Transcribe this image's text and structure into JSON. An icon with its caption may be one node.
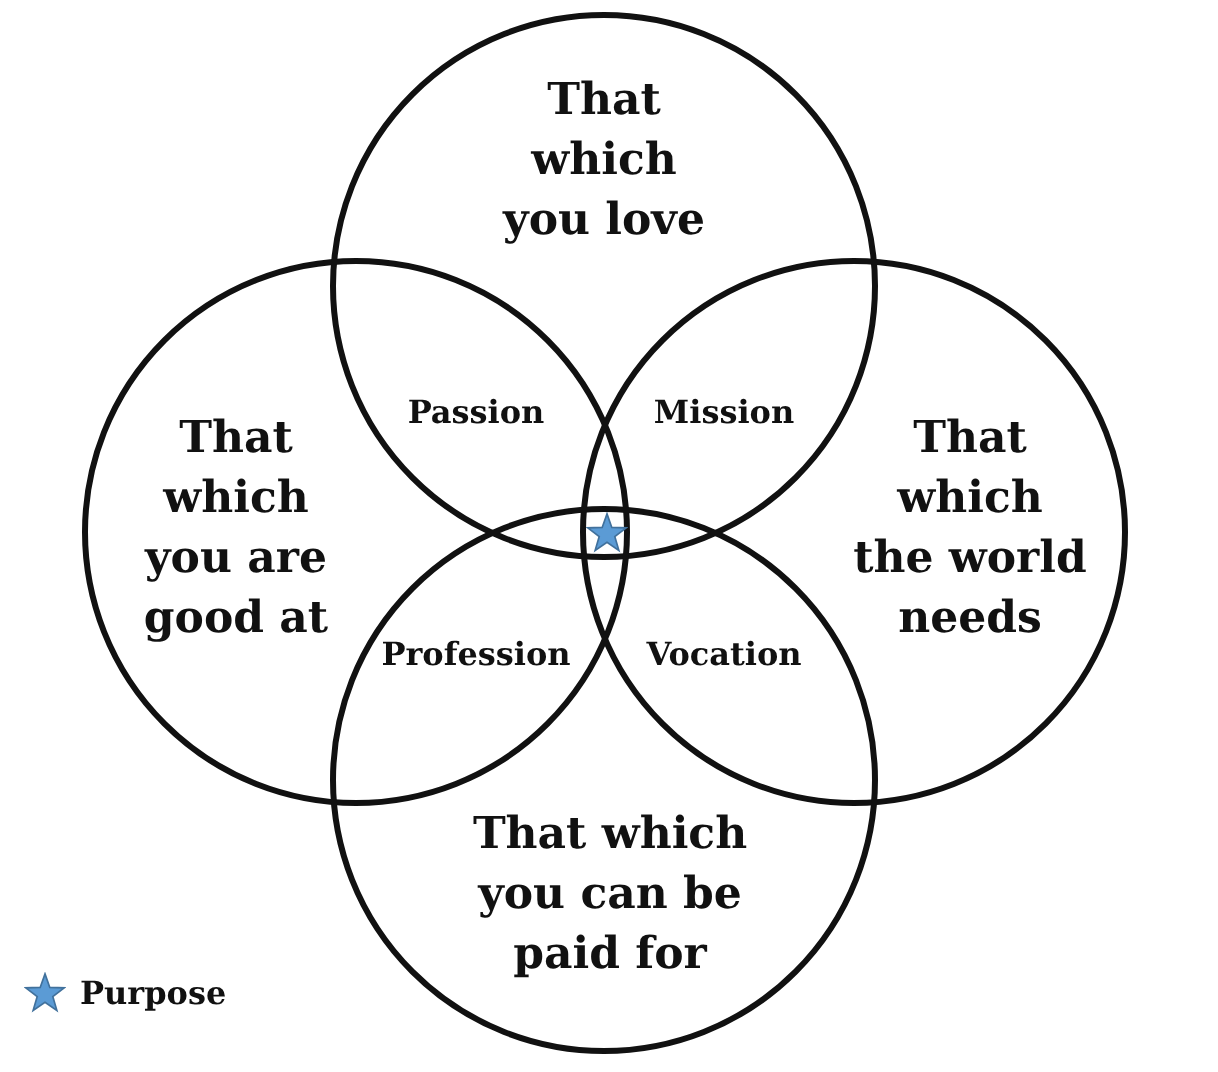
{
  "diagram": {
    "nodes": [
      {
        "text": [
          "That which you love"
        ]
      },
      {
        "text": [
          "That which you are good at"
        ]
      },
      {
        "text": [
          "That which the world needs"
        ]
      },
      {
        "text": [
          "That which you can be paid for"
        ]
      }
    ],
    "labels": [
      "Passion",
      "Mission",
      "Profession",
      "Vocation"
    ],
    "legend": [
      {
        "text": "Purpose"
      }
    ]
  }
}
